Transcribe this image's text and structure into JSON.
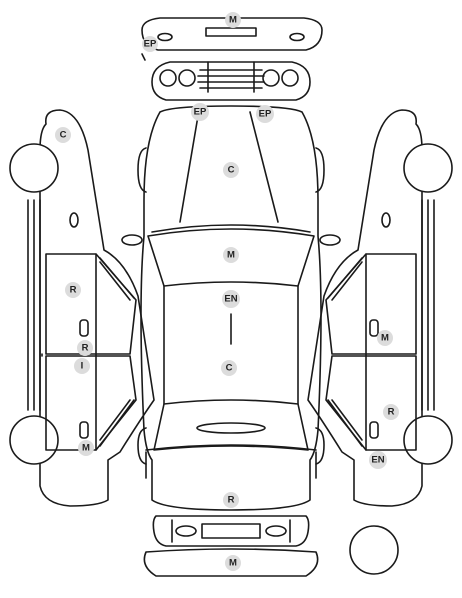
{
  "markers": {
    "top_roof": "M",
    "top_ep": "EP",
    "hood_ep_left": "EP",
    "hood_ep_right": "EP",
    "hood_c": "C",
    "windshield_m": "M",
    "roof_en": "EN",
    "roof_c": "C",
    "trunk_r": "R",
    "bottom_m": "M",
    "left_c": "C",
    "left_r_upper": "R",
    "left_r_lower": "R",
    "left_i": "I",
    "left_m": "M",
    "right_m": "M",
    "right_r": "R",
    "right_en": "EN"
  }
}
